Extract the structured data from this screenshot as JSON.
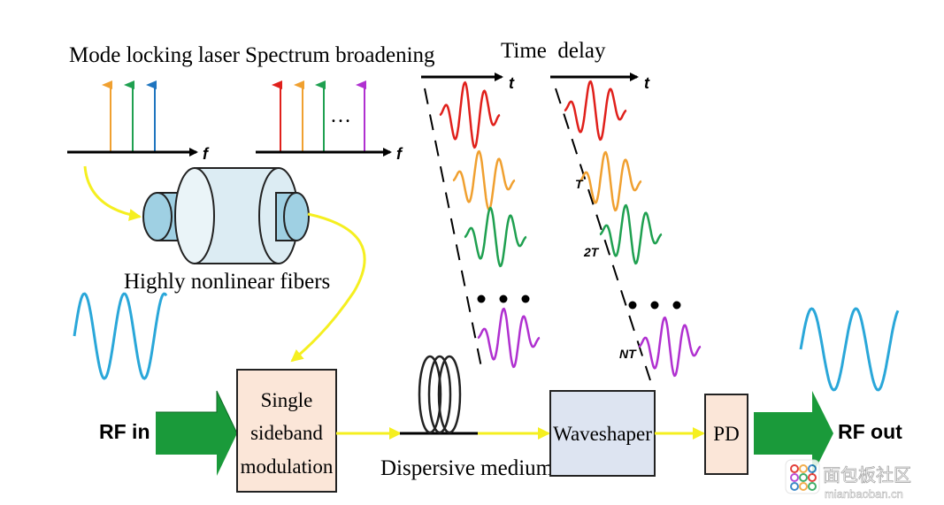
{
  "labels": {
    "mode_locking_laser": "Mode locking laser",
    "spectrum_broadening": "Spectrum broadening",
    "time_delay": "Time  delay",
    "highly_nonlinear_fibers": "Highly nonlinear fibers",
    "rf_in": "RF in",
    "rf_out": "RF out",
    "dispersive_medium": "Dispersive medium",
    "pd": "PD",
    "waveshaper": "Waveshaper",
    "ssb_line1": "Single",
    "ssb_line2": "sideband",
    "ssb_line3": "modulation",
    "axis_f": "f",
    "axis_t": "t",
    "ellipsis": "…",
    "delay_T": "T",
    "delay_2T": "2T",
    "delay_NT": "NT"
  },
  "watermark": {
    "text_cn": "面包板社区",
    "text_url": "mianbaoban.cn"
  },
  "colors": {
    "red": "#e0201b",
    "orange": "#f0a030",
    "green": "#1fa050",
    "blue": "#1f75bf",
    "purple": "#b030d0",
    "cyan": "#2aa7d9",
    "yellow": "#f5ef20",
    "arrow_green": "#1a9a3a",
    "fiber_body": "#dcecf3",
    "fiber_end": "#9fd0e3",
    "box_peach": "#fbe6d8",
    "box_blue": "#dde4f1"
  }
}
